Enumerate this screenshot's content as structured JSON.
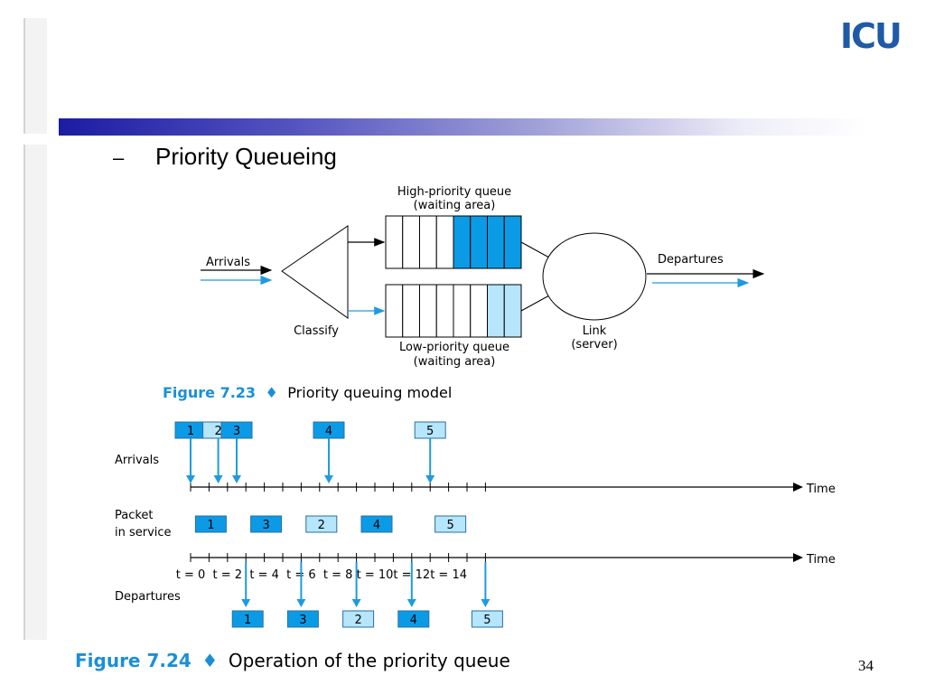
{
  "logo_text": "ICU",
  "heading": {
    "bullet": "–",
    "title": "Priority Queueing"
  },
  "fig23": {
    "high_queue_label": [
      "High-priority queue",
      "(waiting area)"
    ],
    "low_queue_label": [
      "Low-priority queue",
      "(waiting area)"
    ],
    "arrivals": "Arrivals",
    "departures": "Departures",
    "classify": "Classify",
    "link_label": [
      "Link",
      "(server)"
    ],
    "caption_num": "Figure 7.23",
    "caption_sep": "♦",
    "caption_text": "Priority queuing model"
  },
  "fig24": {
    "row_arrivals": "Arrivals",
    "row_service": [
      "Packet",
      "in service"
    ],
    "row_departures": "Departures",
    "axis_label": "Time",
    "ticks": [
      "t = 0",
      "t = 2",
      "t = 4",
      "t = 6",
      "t = 8",
      "t = 10",
      "t = 12",
      "t = 14"
    ],
    "arrival_packets": [
      {
        "label": "1",
        "t": 0,
        "priority": "high"
      },
      {
        "label": "2",
        "t": 1.5,
        "priority": "low"
      },
      {
        "label": "3",
        "t": 2.5,
        "priority": "high"
      },
      {
        "label": "4",
        "t": 7.5,
        "priority": "high"
      },
      {
        "label": "5",
        "t": 13,
        "priority": "low"
      }
    ],
    "service_packets": [
      {
        "label": "1",
        "t": 1,
        "priority": "high"
      },
      {
        "label": "3",
        "t": 4,
        "priority": "high"
      },
      {
        "label": "2",
        "t": 7,
        "priority": "low"
      },
      {
        "label": "4",
        "t": 10,
        "priority": "high"
      },
      {
        "label": "5",
        "t": 14,
        "priority": "low"
      }
    ],
    "departure_packets": [
      {
        "label": "1",
        "t": 3,
        "priority": "high"
      },
      {
        "label": "3",
        "t": 6,
        "priority": "high"
      },
      {
        "label": "2",
        "t": 9,
        "priority": "low"
      },
      {
        "label": "4",
        "t": 12,
        "priority": "high"
      },
      {
        "label": "5",
        "t": 16,
        "priority": "low"
      }
    ],
    "caption_num": "Figure 7.24",
    "caption_sep": "♦",
    "caption_text": "Operation of the priority queue"
  },
  "page_number": "34",
  "colors": {
    "high_priority": "#0b9be6",
    "low_priority": "#b5e6fb",
    "arrival_arrow": "#1e9be0",
    "caption_blue": "#1a8fd8",
    "header_bar_start": "#1c1ca3"
  }
}
